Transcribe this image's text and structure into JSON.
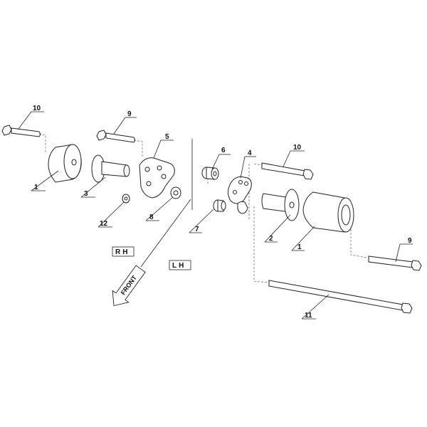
{
  "diagram": {
    "callouts": {
      "rh_bolt_long": "10",
      "rh_bolt_short": "9",
      "rh_slider": "1",
      "rh_spacer": "3",
      "rh_bracket": "5",
      "rh_washer_small": "12",
      "rh_washer": "8",
      "lh_collar": "6",
      "lh_bracket": "4",
      "lh_bolt_long": "10",
      "lh_washer": "7",
      "lh_spacer": "2",
      "lh_slider": "1",
      "lh_bolt_short": "9",
      "lh_through_bolt": "11"
    },
    "side_labels": {
      "rh": "RH",
      "lh": "LH"
    },
    "front_arrow": "FRONT"
  },
  "colors": {
    "line": "#222222",
    "background": "#ffffff"
  }
}
